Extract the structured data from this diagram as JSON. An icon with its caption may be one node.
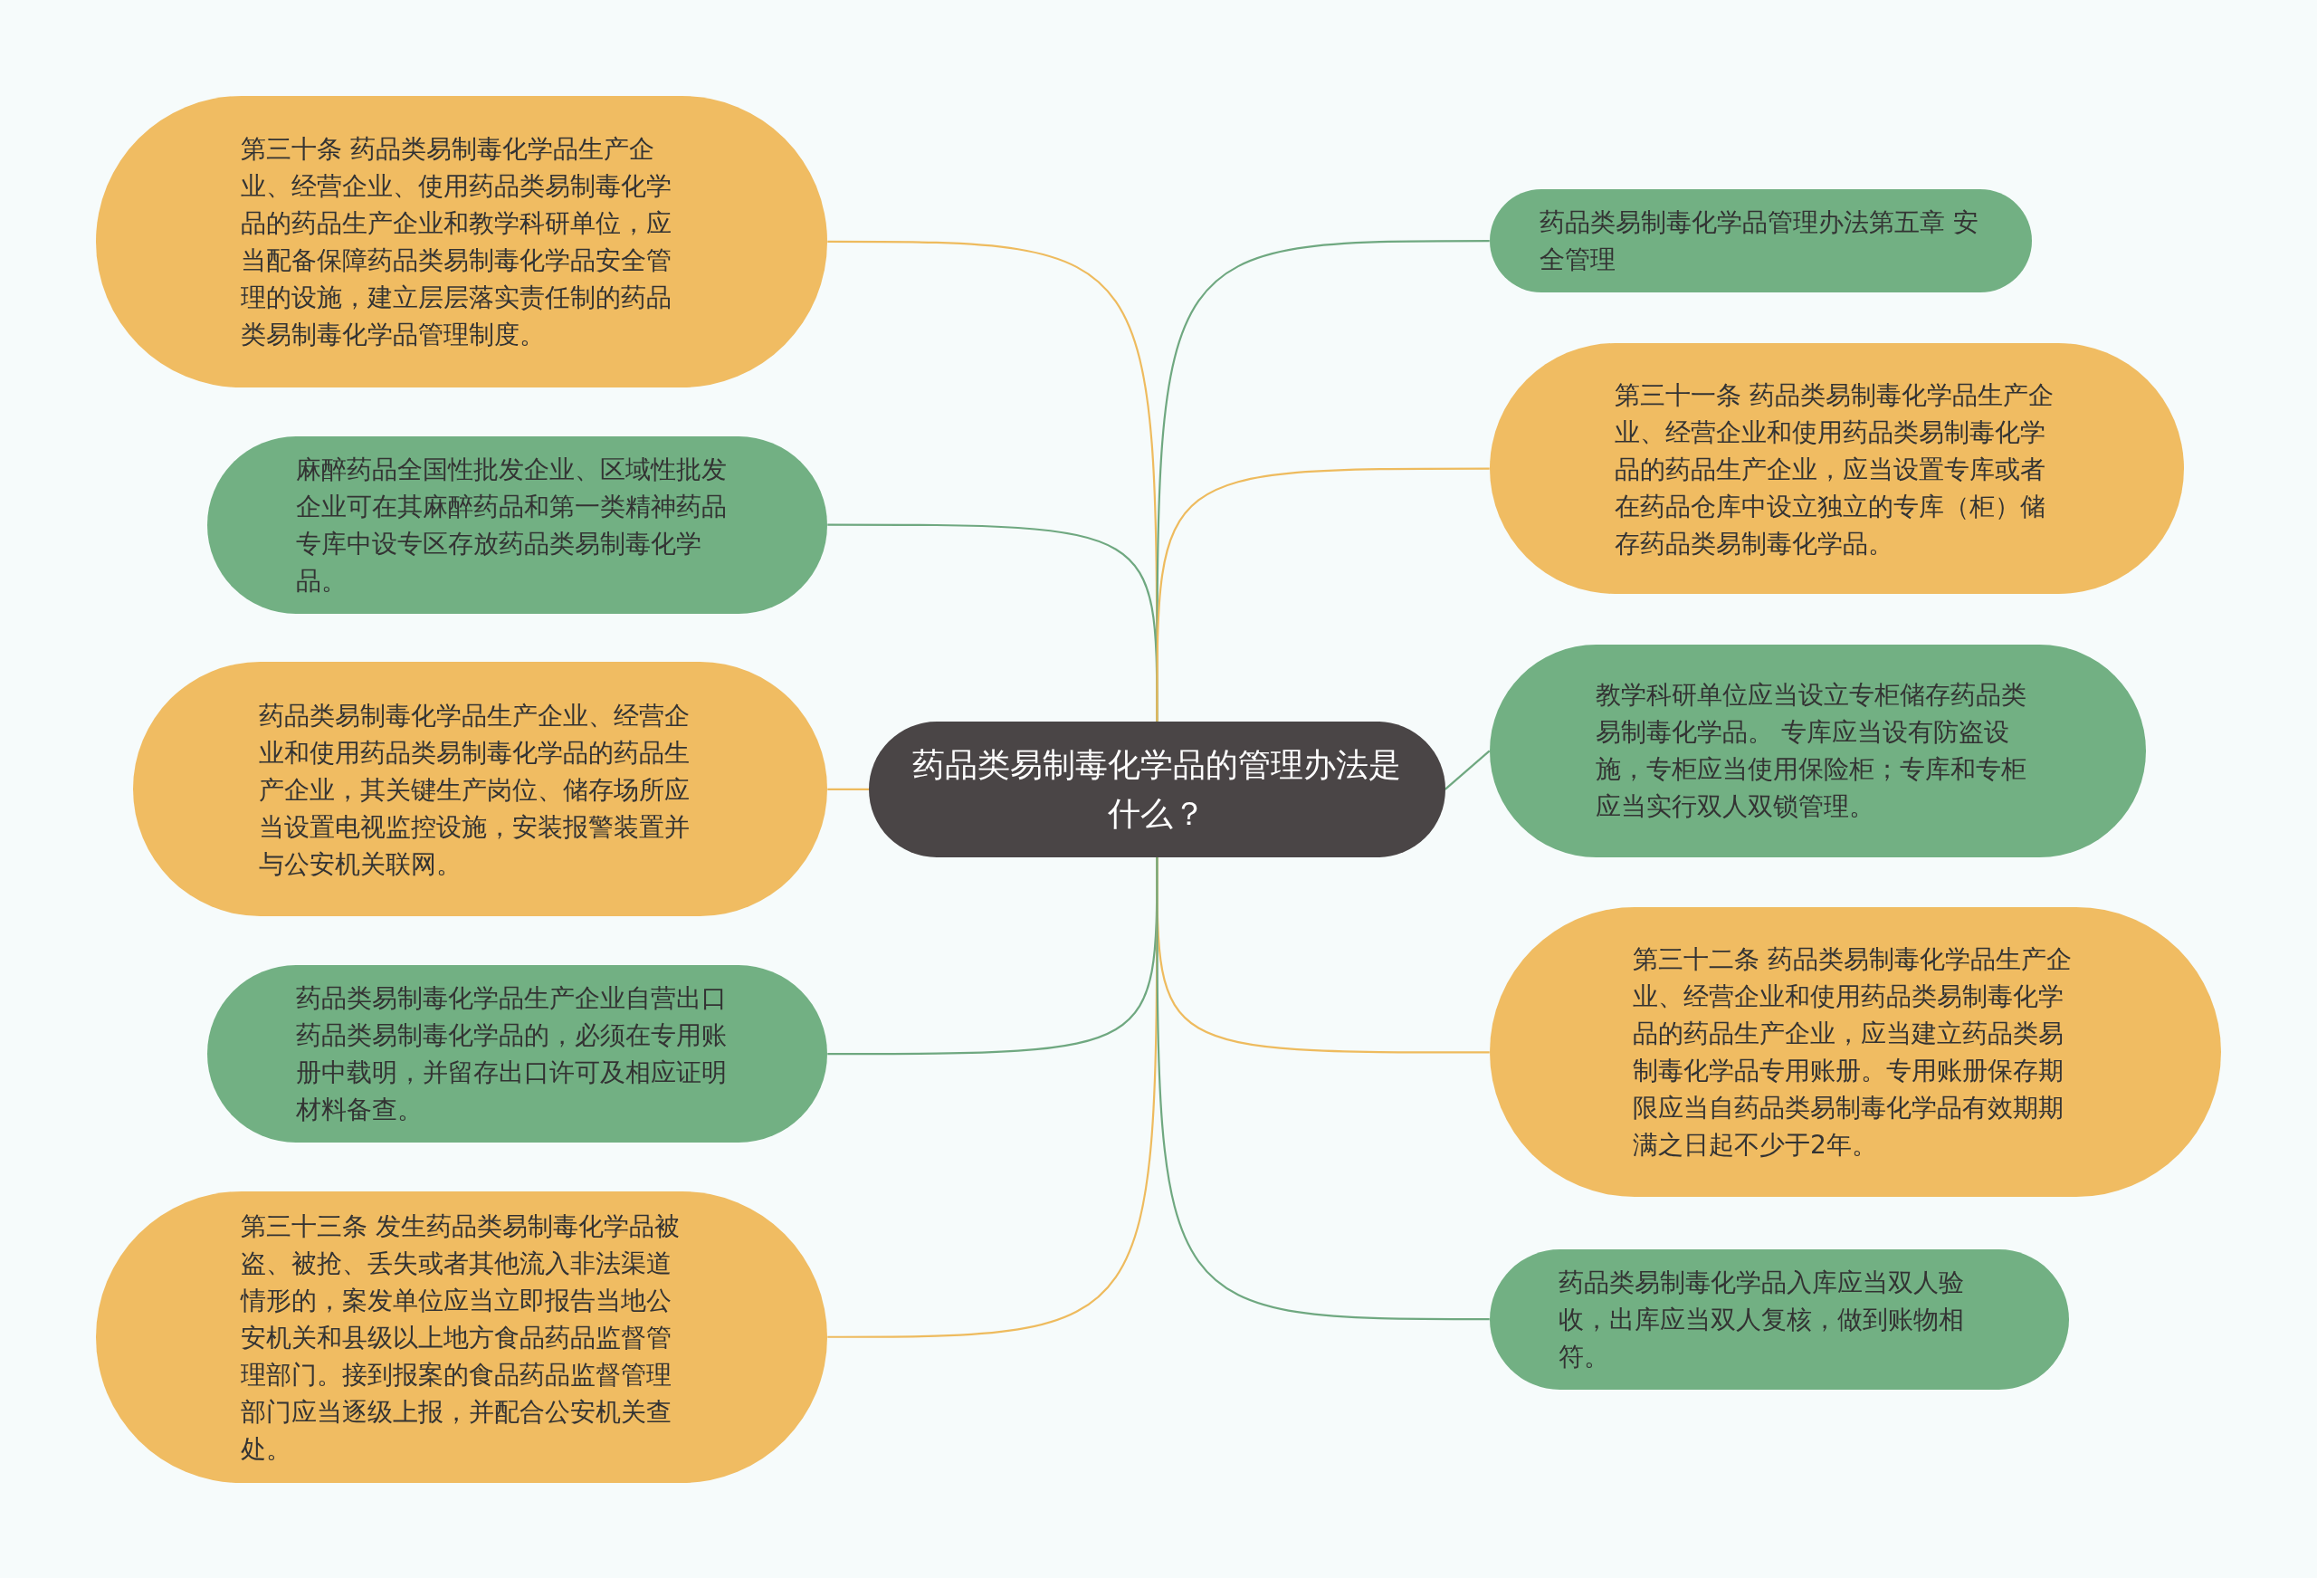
{
  "diagram": {
    "nodes": [
      {
        "text": [
          "药品类易制毒化学品的管理办法是什么？"
        ]
      },
      {
        "text": [
          "第三十条 药品类易制毒化学品生产企业、经营企业、使用药品类易制毒化学品的药品生产企业和教学科研单位，应当配备保障药品类易制毒化学品安全管理的设施，建立层层落实责任制的药品类易制毒化学品管理制度。"
        ]
      },
      {
        "text": [
          "麻醉药品全国性批发企业、区域性批发企业可在其麻醉药品和第一类精神药品专库中设专区存放药品类易制毒化学品。"
        ]
      },
      {
        "text": [
          "药品类易制毒化学品生产企业、经营企业和使用药品类易制毒化学品的药品生产企业，其关键生产岗位、储存场所应当设置电视监控设施，安装报警装置并与公安机关联网。"
        ]
      },
      {
        "text": [
          "药品类易制毒化学品生产企业自营出口药品类易制毒化学品的，必须在专用账册中载明，并留存出口许可及相应证明材料备查。"
        ]
      },
      {
        "text": [
          "第三十三条 发生药品类易制毒化学品被盗、被抢、丢失或者其他流入非法渠道情形的，案发单位应当立即报告当地公安机关和县级以上地方食品药品监督管理部门。接到报案的食品药品监督管理部门应当逐级上报，并配合公安机关查处。"
        ]
      },
      {
        "text": [
          "药品类易制毒化学品管理办法第五章 安全管理"
        ]
      },
      {
        "text": [
          "第三十一条 药品类易制毒化学品生产企业、经营企业和使用药品类易制毒化学品的药品生产企业，应当设置专库或者在药品仓库中设立独立的专库（柜）储存药品类易制毒化学品。"
        ]
      },
      {
        "text": [
          "教学科研单位应当设立专柜储存药品类易制毒化学品。 专库应当设有防盗设施，专柜应当使用保险柜；专库和专柜应当实行双人双锁管理。"
        ]
      },
      {
        "text": [
          "第三十二条 药品类易制毒化学品生产企业、经营企业和使用药品类易制毒化学品的药品生产企业，应当建立药品类易制毒化学品专用账册。专用账册保存期限应当自药品类易制毒化学品有效期期满之日起不少于2年。"
        ]
      },
      {
        "text": [
          "药品类易制毒化学品入库应当双人验收，出库应当双人复核，做到账物相符。"
        ]
      }
    ],
    "edges": [
      {
        "from": 0,
        "to": 1,
        "arrow": "none",
        "color": "#eebb5e"
      },
      {
        "from": 0,
        "to": 2,
        "arrow": "none",
        "color": "#6fa880"
      },
      {
        "from": 0,
        "to": 3,
        "arrow": "none",
        "color": "#eebb5e"
      },
      {
        "from": 0,
        "to": 4,
        "arrow": "none",
        "color": "#6fa880"
      },
      {
        "from": 0,
        "to": 5,
        "arrow": "none",
        "color": "#eebb5e"
      },
      {
        "from": 0,
        "to": 6,
        "arrow": "none",
        "color": "#6fa880"
      },
      {
        "from": 0,
        "to": 7,
        "arrow": "none",
        "color": "#eebb5e"
      },
      {
        "from": 0,
        "to": 8,
        "arrow": "none",
        "color": "#6fa880"
      },
      {
        "from": 0,
        "to": 9,
        "arrow": "none",
        "color": "#eebb5e"
      },
      {
        "from": 0,
        "to": 10,
        "arrow": "none",
        "color": "#6fa880"
      }
    ]
  }
}
